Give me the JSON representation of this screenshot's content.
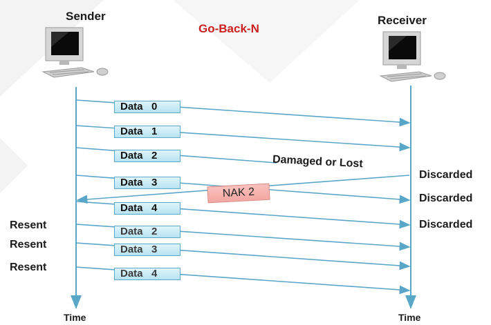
{
  "title": "Go-Back-N",
  "sender_label": "Sender",
  "receiver_label": "Receiver",
  "time_label_left": "Time",
  "time_label_right": "Time",
  "packets": [
    {
      "label": "Data   0"
    },
    {
      "label": "Data   1"
    },
    {
      "label": "Data   2"
    },
    {
      "label": "Data   3"
    },
    {
      "label": "Data   4"
    },
    {
      "label": "Data   2"
    },
    {
      "label": "Data   3"
    },
    {
      "label": "Data   4"
    }
  ],
  "damaged_note": "Damaged or Lost",
  "nak_label": "NAK 2",
  "discarded": [
    "Discarded",
    "Discarded",
    "Discarded"
  ],
  "resent": [
    "Resent",
    "Resent",
    "Resent"
  ],
  "colors": {
    "line": "#5aa6c8",
    "title": "#cc1f1f",
    "packet_fill": "#c7ecf7",
    "nak_fill": "#f6b3ae"
  }
}
